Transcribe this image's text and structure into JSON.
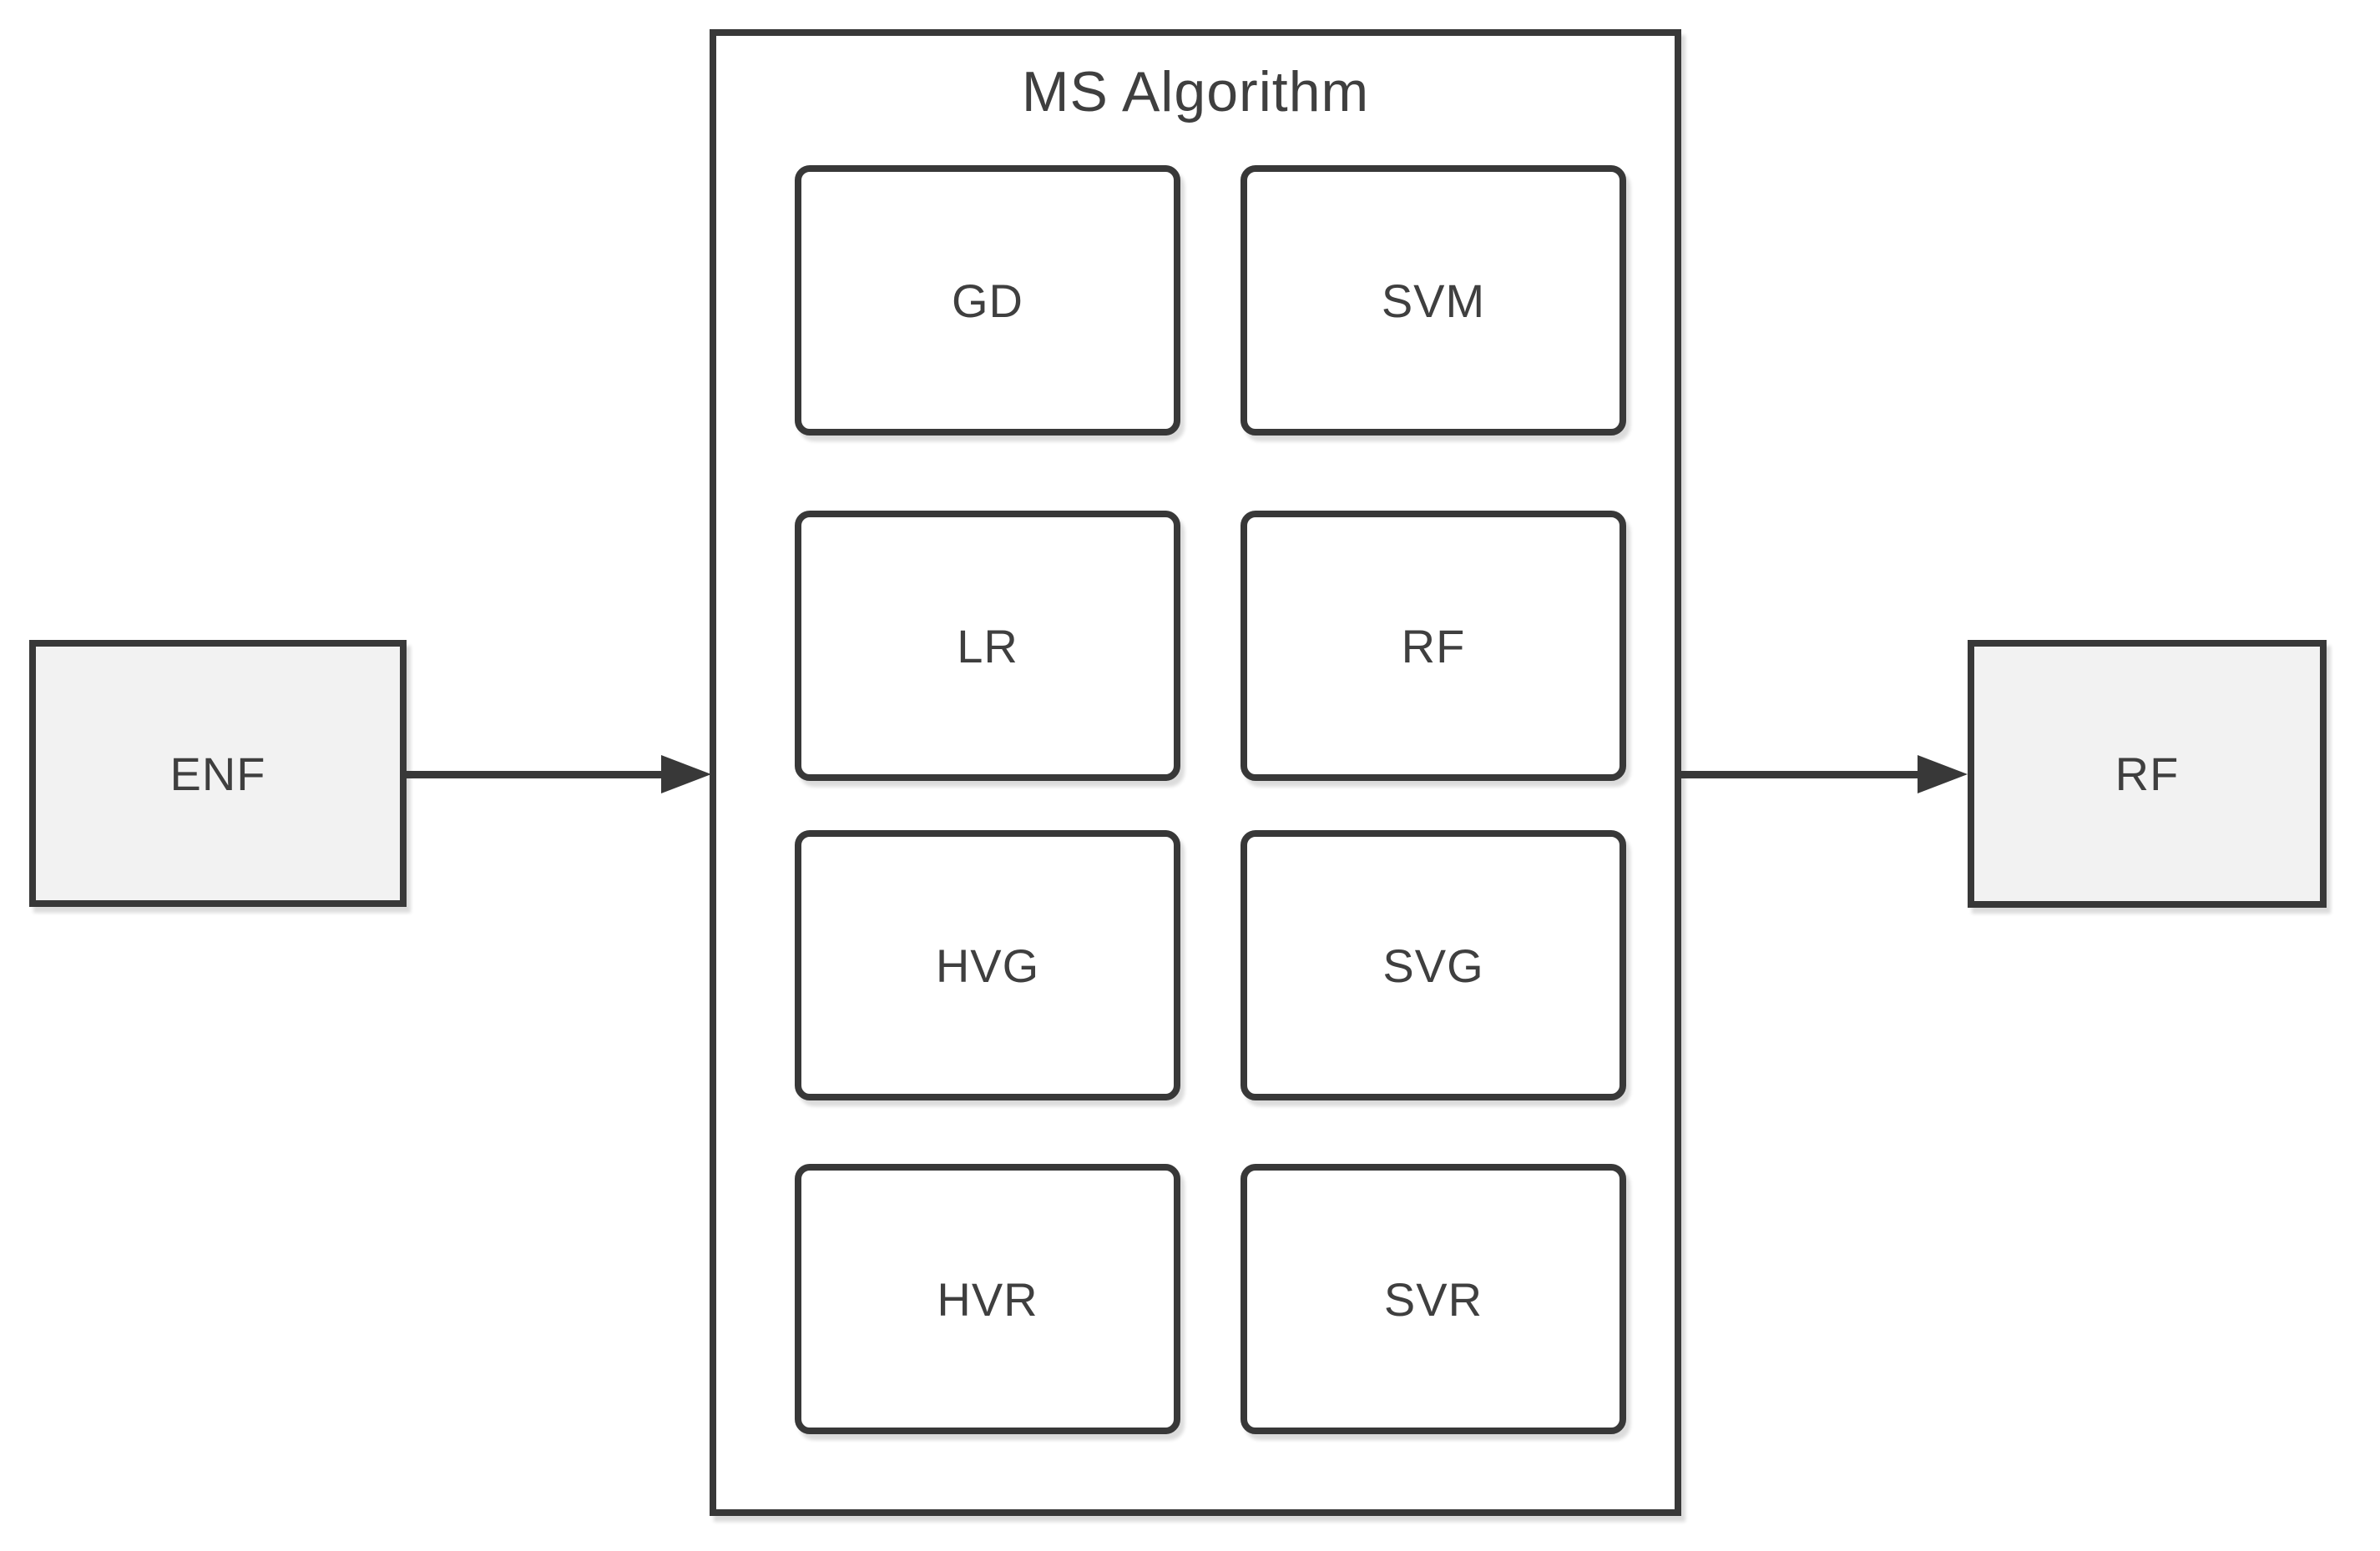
{
  "diagram": {
    "title": "MS Algorithm",
    "input_node": {
      "label": "ENF"
    },
    "output_node": {
      "label": "RF"
    },
    "algorithms": [
      {
        "label": "GD"
      },
      {
        "label": "SVM"
      },
      {
        "label": "LR"
      },
      {
        "label": "RF"
      },
      {
        "label": "HVG"
      },
      {
        "label": "SVG"
      },
      {
        "label": "HVR"
      },
      {
        "label": "SVR"
      }
    ],
    "colors": {
      "border": "#383838",
      "text": "#3f3f3f",
      "node_fill": "#f2f2f2",
      "algorithm_fill": "#ffffff",
      "group_fill": "#ffffff",
      "background": "#ffffff"
    }
  }
}
